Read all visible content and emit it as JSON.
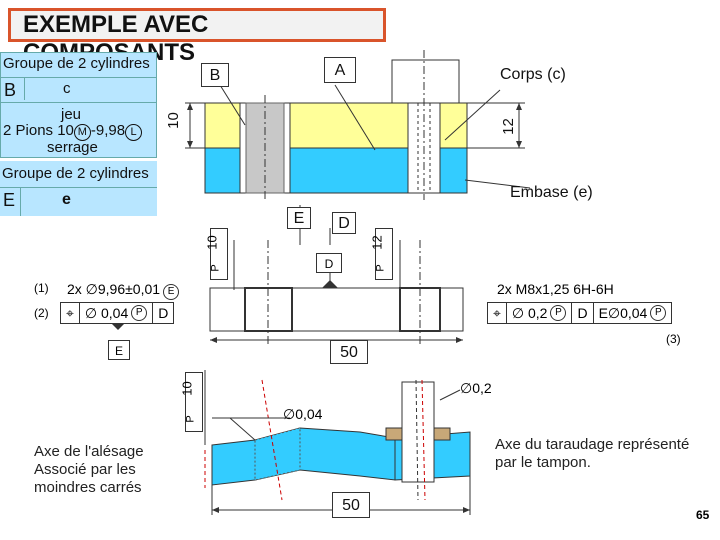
{
  "title": "EXEMPLE AVEC COMPOSANTS",
  "left_panel": {
    "group_top": "Groupe de 2 cylindres",
    "label_b": "B",
    "label_c": "c",
    "jeu": "jeu",
    "pions_prefix": "2 Pions 10",
    "pions_mid": "-9,98",
    "modifier_m": "M",
    "modifier_l": "L",
    "serrage": "serrage",
    "group_bottom": "Groupe de 2 cylindres",
    "label_e_big": "E",
    "label_e_small": "e"
  },
  "assembly": {
    "label_a": "A",
    "label_b": "B",
    "corps": "Corps (c)",
    "embase": "Embase (e)",
    "dim_10": "10",
    "dim_12": "12"
  },
  "drawing": {
    "label_e": "E",
    "label_d": "D",
    "datum_d": "D",
    "dim_10": "10",
    "dim_12": "12",
    "p": "P",
    "note1": "(1)",
    "note2": "(2)",
    "note3": "(3)",
    "hole_spec": "2x ∅9,96±0,01",
    "hole_spec_mod": "E",
    "fcf_left_tol": "∅ 0,04",
    "fcf_left_mod": "P",
    "fcf_left_datum": "D",
    "thread_spec": "2x M8x1,25 6H-6H",
    "fcf_right_tol": "∅ 0,2",
    "fcf_right_mod": "P",
    "fcf_right_datum": "D",
    "fcf_right_datum2": "E∅0,04",
    "fcf_right_mod2": "P",
    "datum_e": "E",
    "dim_50": "50"
  },
  "lower": {
    "dim_10": "10",
    "p": "P",
    "tol_02": "∅0,2",
    "tol_004": "∅0,04",
    "note_left": "Axe de l'alésage Associé par les moindres carrés",
    "note_right": "Axe du taraudage représenté par le tampon.",
    "dim_50": "50"
  },
  "page_number": "65",
  "colors": {
    "title_border": "#d9542b",
    "panel_blue": "#b8e6ff",
    "part_yellow": "#ffff99",
    "part_cyan": "#33ccff",
    "pin_gray": "#c8c8c8"
  }
}
